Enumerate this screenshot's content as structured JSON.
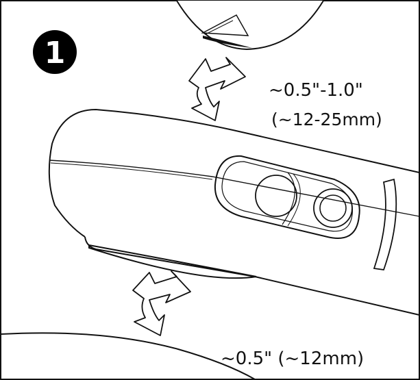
{
  "step": {
    "number": "1"
  },
  "labels": {
    "top_gap_inches": "~0.5\"-1.0\"",
    "top_gap_mm": "(~12-25mm)",
    "bottom_gap": "~0.5\" (~12mm)"
  },
  "colors": {
    "line": "#111111",
    "badge": "#000000",
    "paper": "#ffffff"
  },
  "icons": {
    "top_arrow": "double-arrow-icon",
    "bottom_arrow": "double-arrow-icon"
  }
}
